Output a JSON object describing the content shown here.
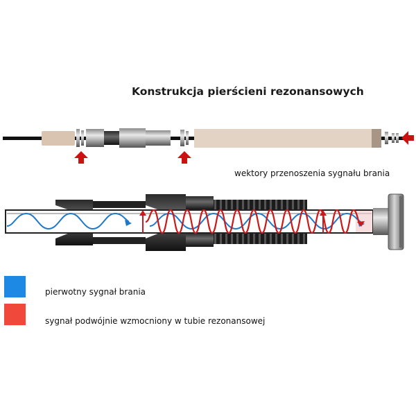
{
  "title": "Konstrukcja pierścieni rezonansowych",
  "caption": "wektory przenoszenia sygnału brania",
  "legend": [
    {
      "label": "pierwotny sygnał brania",
      "color": "#1e88e5"
    },
    {
      "label": "sygnał podwójnie wzmocniony w tubie rezonansowej",
      "color": "#f0483a"
    }
  ],
  "colors": {
    "cork": "#e2d3c4",
    "arrow": "#cc1111",
    "primary_wave": "#1e78c8",
    "amplified_wave": "#cc1a1a",
    "tube_outline": "#222222"
  },
  "icons": [
    "red-arrow-up-icon",
    "red-arrow-left-icon"
  ]
}
